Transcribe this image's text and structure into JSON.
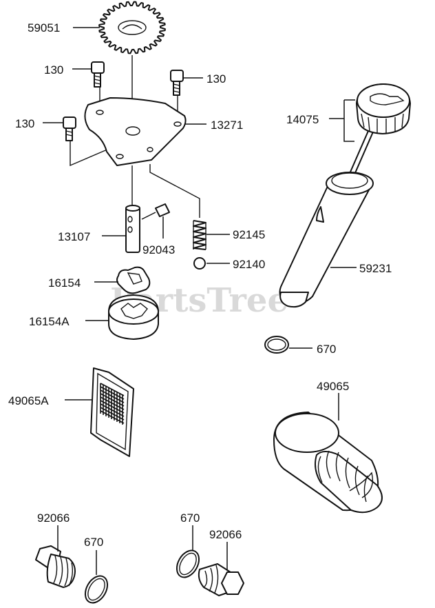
{
  "watermark": "PartsTree",
  "callouts": {
    "gear": "59051",
    "bolt_left_top": "130",
    "bolt_right_top": "130",
    "bolt_left": "130",
    "plate": "13271",
    "cap_dipstick": "14075",
    "shaft": "13107",
    "pin": "92043",
    "spring": "92145",
    "ball": "92140",
    "oil_tube": "59231",
    "inner_rotor": "16154",
    "outer_rotor": "16154A",
    "oring_tube": "670",
    "screen_filter": "49065A",
    "oil_filter": "49065",
    "plug_left": "92066",
    "oring_left": "670",
    "oring_right": "670",
    "plug_right": "92066"
  },
  "colors": {
    "line": "#111111",
    "watermark": "#d9d9d9",
    "background": "#ffffff"
  }
}
